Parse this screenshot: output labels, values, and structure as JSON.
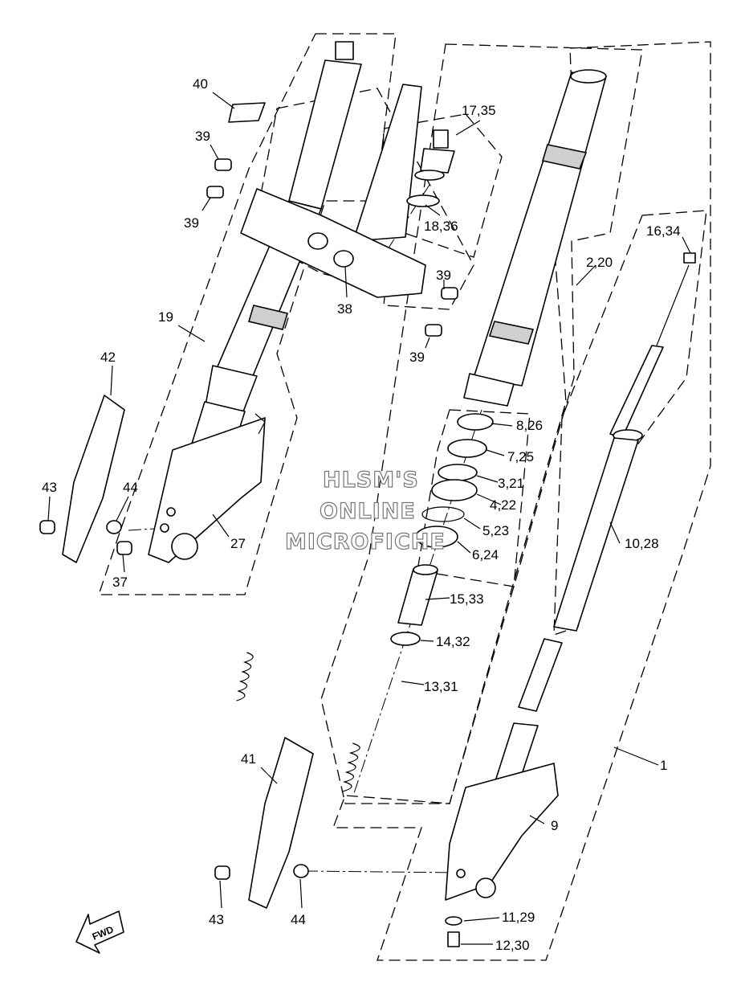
{
  "callouts": {
    "c1": "1",
    "c2_20": "2,20",
    "c3_21": "3,21",
    "c4_22": "4,22",
    "c5_23": "5,23",
    "c6_24": "6,24",
    "c7_25": "7,25",
    "c8_26": "8,26",
    "c9": "9",
    "c10_28": "10,28",
    "c11_29": "11,29",
    "c12_30": "12,30",
    "c13_31": "13,31",
    "c14_32": "14,32",
    "c15_33": "15,33",
    "c16_34": "16,34",
    "c17_35": "17,35",
    "c18_36": "18,36",
    "c19": "19",
    "c27": "27",
    "c37": "37",
    "c38": "38",
    "c39a": "39",
    "c39b": "39",
    "c39c": "39",
    "c39d": "39",
    "c40": "40",
    "c41": "41",
    "c42": "42",
    "c43a": "43",
    "c43b": "43",
    "c44a": "44",
    "c44b": "44"
  },
  "watermark": {
    "line1": "HLSM'S",
    "line2": "ONLINE",
    "line3": "MICROFICHE"
  },
  "fwd_label": "FWD"
}
